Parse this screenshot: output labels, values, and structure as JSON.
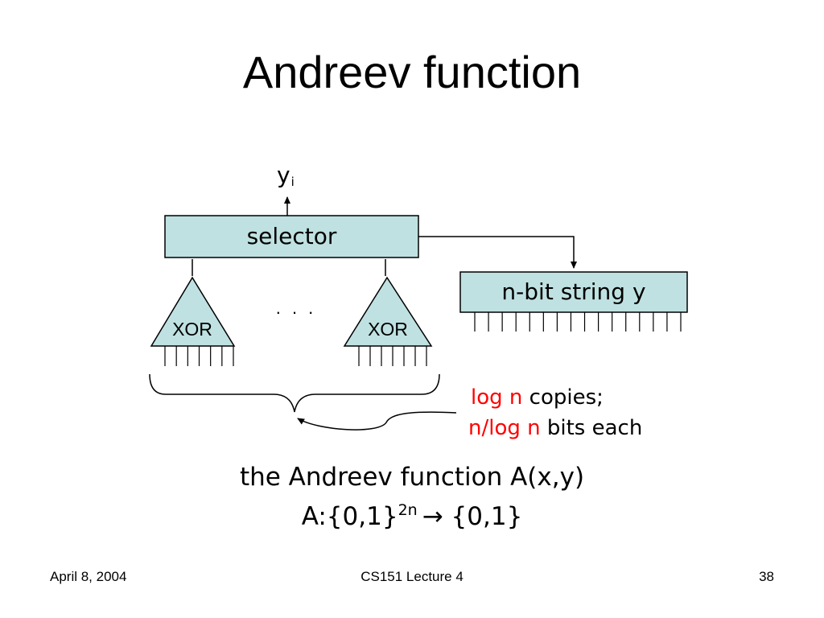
{
  "slide": {
    "title": "Andreev function"
  },
  "diagram": {
    "output_label": "y",
    "output_subscript": "i",
    "selector_label": "selector",
    "string_label": "n-bit string y",
    "xor_left_label": "XOR",
    "xor_right_label": "XOR",
    "ellipsis": ". . .",
    "note_line1_red": "log n",
    "note_line1_black": " copies;",
    "note_line2_red": "n/log n",
    "note_line2_black": " bits each",
    "box_fill_color": "#bfe1e1"
  },
  "formula": {
    "line1": "the Andreev function A(x,y)",
    "line2_prefix": "A:{0,1}",
    "line2_superscript": "2n",
    "line2_arrow": "→",
    "line2_suffix": " {0,1}"
  },
  "footer": {
    "date": "April 8, 2004",
    "course": "CS151 Lecture 4",
    "page_number": "38"
  }
}
